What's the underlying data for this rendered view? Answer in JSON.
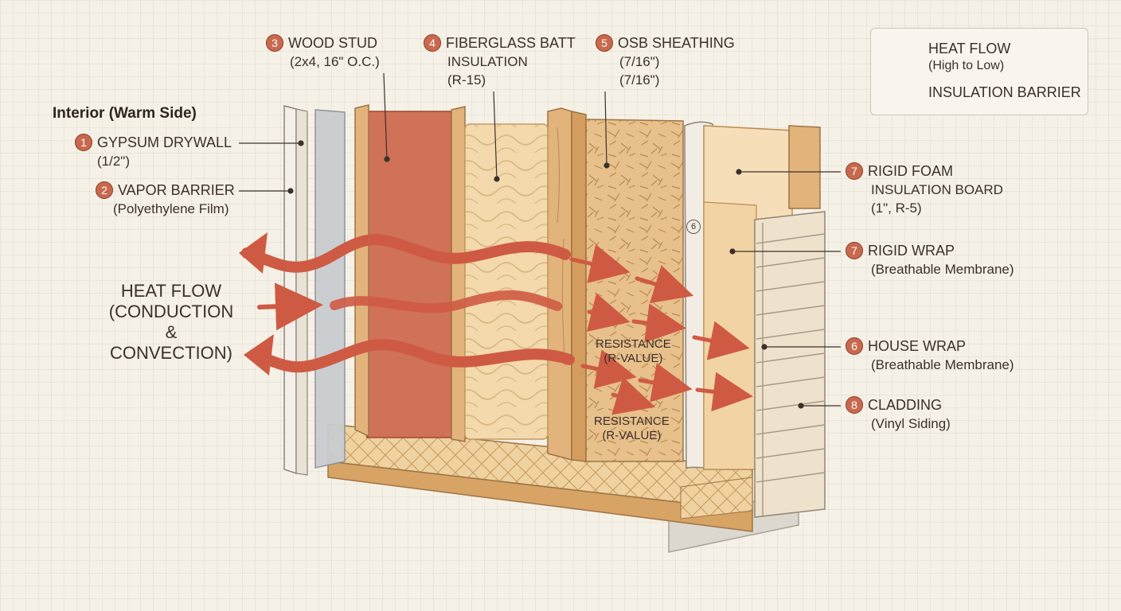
{
  "interior_label": "Interior (Warm Side)",
  "heat_flow_label": [
    "HEAT FLOW",
    "(CONDUCTION",
    "& CONVECTION)"
  ],
  "resistance_labels": [
    {
      "line1": "RESISTANCE",
      "line2": "(R-VALUE)"
    },
    {
      "line1": "RESISTANCE",
      "line2": "(R-VALUE)"
    }
  ],
  "small_marker": "6",
  "legend": {
    "heat_flow": "HEAT FLOW",
    "heat_flow_sub": "(High to Low)",
    "insulation": "INSULATION BARRIER"
  },
  "labels": {
    "drywall": {
      "num": "1",
      "title": "GYPSUM DRYWALL",
      "sub": "(1/2\")"
    },
    "vapor": {
      "num": "2",
      "title": "VAPOR BARRIER",
      "sub": "(Polyethylene Film)"
    },
    "stud": {
      "num": "3",
      "title": "WOOD STUD",
      "sub": "(2x4, 16\" O.C.)"
    },
    "batt": {
      "num": "4",
      "title": "FIBERGLASS BATT",
      "sub": "INSULATION",
      "sub2": "(R-15)"
    },
    "osb": {
      "num": "5",
      "title": "OSB SHEATHING",
      "sub": "(7/16\")",
      "sub2": "(7/16\")"
    },
    "foam": {
      "num": "7",
      "title": "RIGID FOAM",
      "sub": "INSULATION BOARD",
      "sub2": "(1\", R-5)"
    },
    "rigid_wrap": {
      "num": "7",
      "title": "RIGID WRAP",
      "sub": "(Breathable Membrane)"
    },
    "house_wrap": {
      "num": "6",
      "title": "HOUSE WRAP",
      "sub": "(Breathable Membrane)"
    },
    "cladding": {
      "num": "8",
      "title": "CLADDING",
      "sub": "(Vinyl Siding)"
    }
  },
  "colors": {
    "arrow": "#cf5a44",
    "drywall": "#f4efe8",
    "vapor": "#c9cdd0",
    "stud_cavity": "#cf7258",
    "wood": "#e2b47c",
    "batt": "#f3d9ac",
    "osb": "#e7c08c",
    "foam": "#f6dfb8",
    "siding": "#efe2cd",
    "foundation": "#ddd8cf"
  }
}
